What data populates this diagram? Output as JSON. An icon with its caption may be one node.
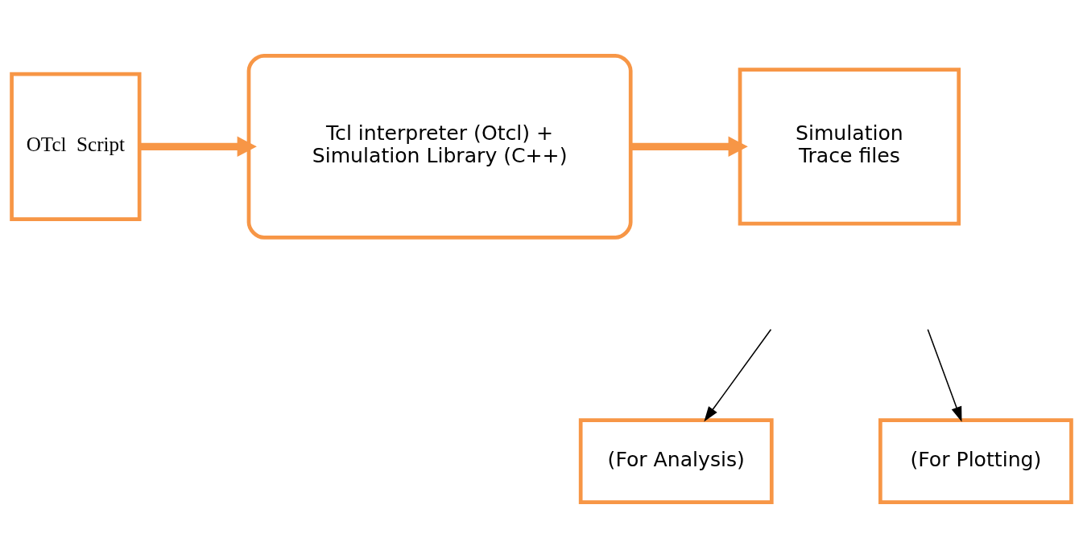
{
  "diagram": {
    "nodes": [
      {
        "text": [
          "OTcl  Script"
        ]
      },
      {
        "text": [
          "Tcl interpreter (Otcl) + Simulation Library (C++)"
        ]
      },
      {
        "text": [
          "Simulation Trace files"
        ]
      },
      {
        "text": [
          "(For Analysis)"
        ]
      },
      {
        "text": [
          "(For Plotting)"
        ]
      }
    ],
    "edges": [
      {
        "from": 0,
        "to": 1,
        "arrow": "to",
        "style": "thick",
        "color": "#f79646"
      },
      {
        "from": 1,
        "to": 2,
        "arrow": "to",
        "style": "thick",
        "color": "#f79646"
      },
      {
        "from": null,
        "to": 3,
        "arrow": "to",
        "color": "#000000"
      },
      {
        "from": null,
        "to": 4,
        "arrow": "to",
        "color": "#000000"
      }
    ]
  }
}
